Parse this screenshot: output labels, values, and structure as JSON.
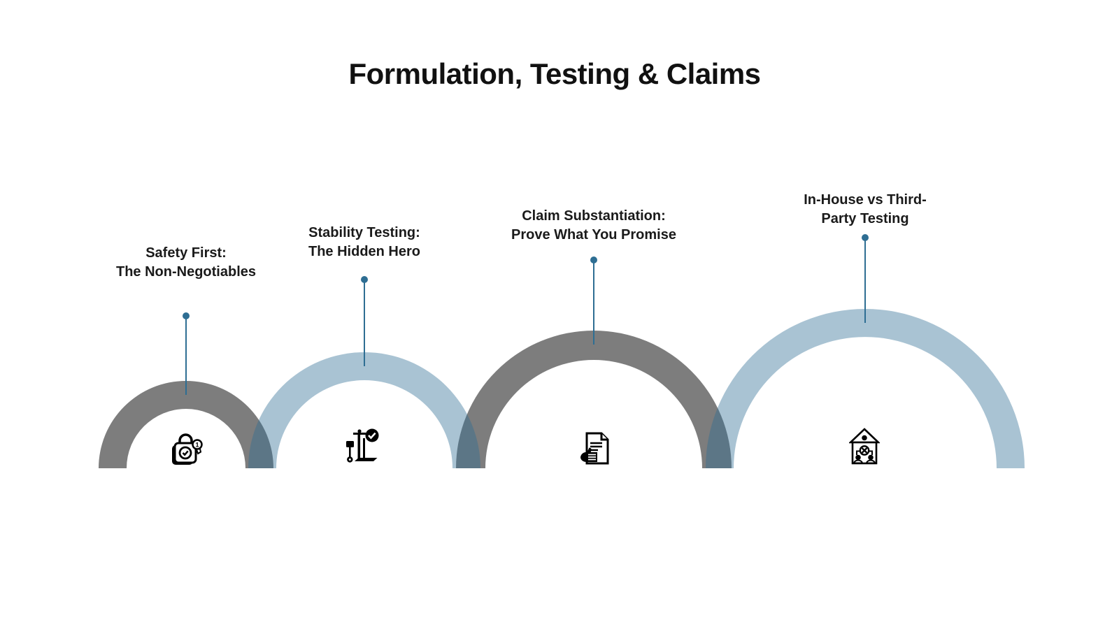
{
  "title": "Formulation, Testing & Claims",
  "colors": {
    "accent": "#2E6E93",
    "gray_arch": "rgba(0,0,0,0.51)",
    "blue_arch": "rgba(46,110,147,0.41)",
    "icon": "#000000",
    "text": "#1a1a1a"
  },
  "steps": [
    {
      "label_line1": "Safety First:",
      "label_line2": "The Non-Negotiables",
      "icon": "certified-lock-icon",
      "arch_color_name": "gray"
    },
    {
      "label_line1": "Stability Testing:",
      "label_line2": "The Hidden Hero",
      "icon": "stability-scale-icon",
      "arch_color_name": "blue"
    },
    {
      "label_line1": "Claim Substantiation:",
      "label_line2": "Prove What You Promise",
      "icon": "approved-document-icon",
      "arch_color_name": "gray"
    },
    {
      "label_line1": "In-House vs Third-",
      "label_line2": "Party Testing",
      "icon": "in-house-team-icon",
      "arch_color_name": "blue"
    }
  ]
}
